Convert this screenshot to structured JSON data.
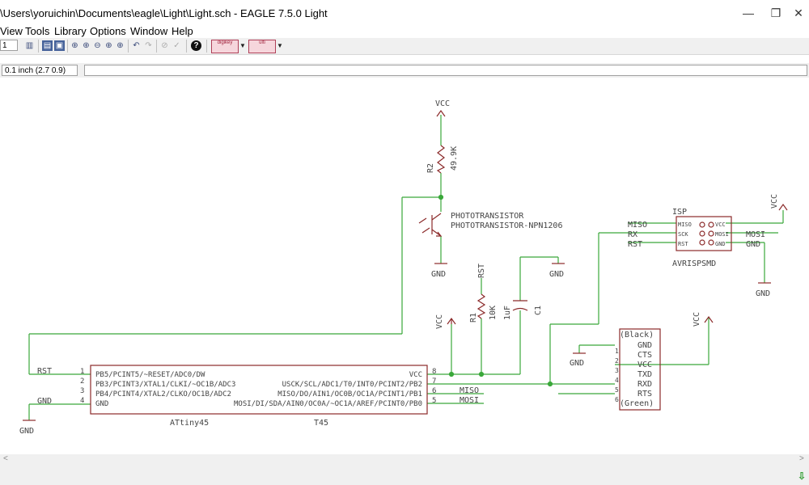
{
  "window": {
    "title": "\\Users\\yoruichin\\Documents\\eagle\\Light\\Light.sch - EAGLE 7.5.0 Light",
    "minimize_glyph": "—",
    "restore_glyph": "❐",
    "close_glyph": "✕"
  },
  "menu": {
    "items": [
      "View",
      "Tools",
      "Library",
      "Options",
      "Window",
      "Help"
    ]
  },
  "toolbar": {
    "sheet_value": "1",
    "logo1": "digikey",
    "logo2": "ulti"
  },
  "coord": {
    "grid_display": "0.1 inch (2.7 0.9)",
    "command_value": ""
  },
  "colors": {
    "wire": "#3aa83a",
    "symbol": "#8b2a2a",
    "pin": "#8b2a2a",
    "text": "#444444",
    "frame": "#8b2a2a"
  },
  "schematic": {
    "vcc_top": "VCC",
    "r2_name": "R2",
    "r2_value": "49.9K",
    "photo_name": "PHOTOTRANSISTOR",
    "photo_value": "PHOTOTRANSISTOR-NPN1206",
    "gnd_photo": "GND",
    "gnd_c1": "GND",
    "r1_net": "RST",
    "r1_name": "R1",
    "r1_value": "10K",
    "c1_name": "C1",
    "c1_value": "1uF",
    "vcc_left": "VCC",
    "isp_name": "ISP",
    "isp_value": "AVRISPSMD",
    "isp_pins_left": [
      "MISO",
      "SCK",
      "RST"
    ],
    "isp_pins_right": [
      "VCC",
      "MOSI",
      "GND"
    ],
    "isp_nets_left": [
      "MISO",
      "RX",
      "RST"
    ],
    "isp_nets_right": [
      "MOSI",
      "GND"
    ],
    "vcc_isp": "VCC",
    "gnd_isp": "GND",
    "ftdi_top": "(Black)",
    "ftdi_bottom": "(Green)",
    "ftdi_pins": [
      "GND",
      "CTS",
      "VCC",
      "TXD",
      "RXD",
      "RTS"
    ],
    "ftdi_nums": [
      "1",
      "2",
      "3",
      "4",
      "5",
      "6"
    ],
    "gnd_ftdi": "GND",
    "vcc_ftdi": "VCC",
    "attiny_name": "ATtiny45",
    "attiny_value": "T45",
    "attiny_left_pins": [
      "PB5/PCINT5/~RESET/ADC0/DW",
      "PB3/PCINT3/XTAL1/CLKI/~OC1B/ADC3",
      "PB4/PCINT4/XTAL2/CLKO/OC1B/ADC2",
      "GND"
    ],
    "attiny_left_nums": [
      "1",
      "2",
      "3",
      "4"
    ],
    "attiny_right_pins": [
      "VCC",
      "USCK/SCL/ADC1/T0/INT0/PCINT2/PB2",
      "MISO/DO/AIN1/OC0B/OC1A/PCINT1/PB1",
      "MOSI/DI/SDA/AIN0/OC0A/~OC1A/AREF/PCINT0/PB0"
    ],
    "attiny_right_nums": [
      "8",
      "7",
      "6",
      "5"
    ],
    "net_rst": "RST",
    "net_gnd": "GND",
    "net_miso": "MISO",
    "net_mosi": "MOSI",
    "gnd_left": "GND"
  }
}
